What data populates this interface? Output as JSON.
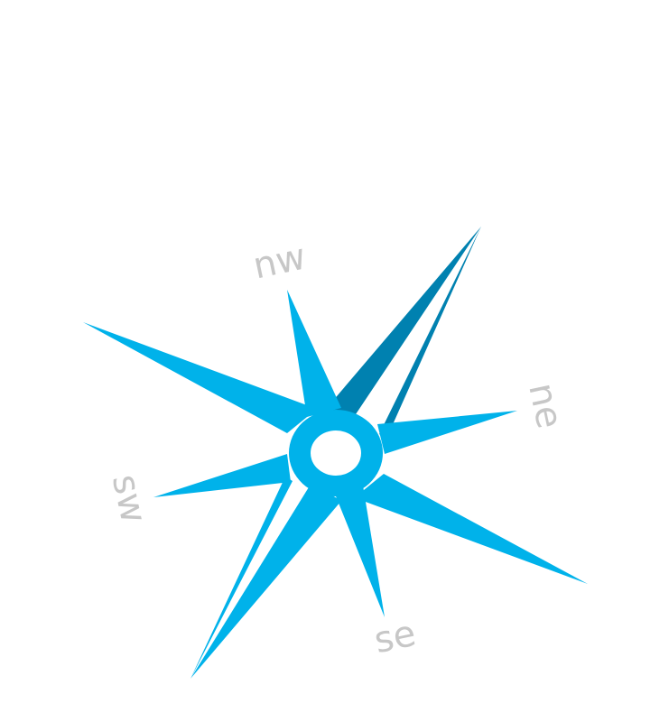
{
  "compass": {
    "labels": {
      "nw": "nw",
      "ne": "ne",
      "se": "se",
      "sw": "sw"
    },
    "colors": {
      "primary": "#00b2ea",
      "dark": "#0081b0",
      "label": "#c7c7c7",
      "background": "#ffffff"
    }
  }
}
